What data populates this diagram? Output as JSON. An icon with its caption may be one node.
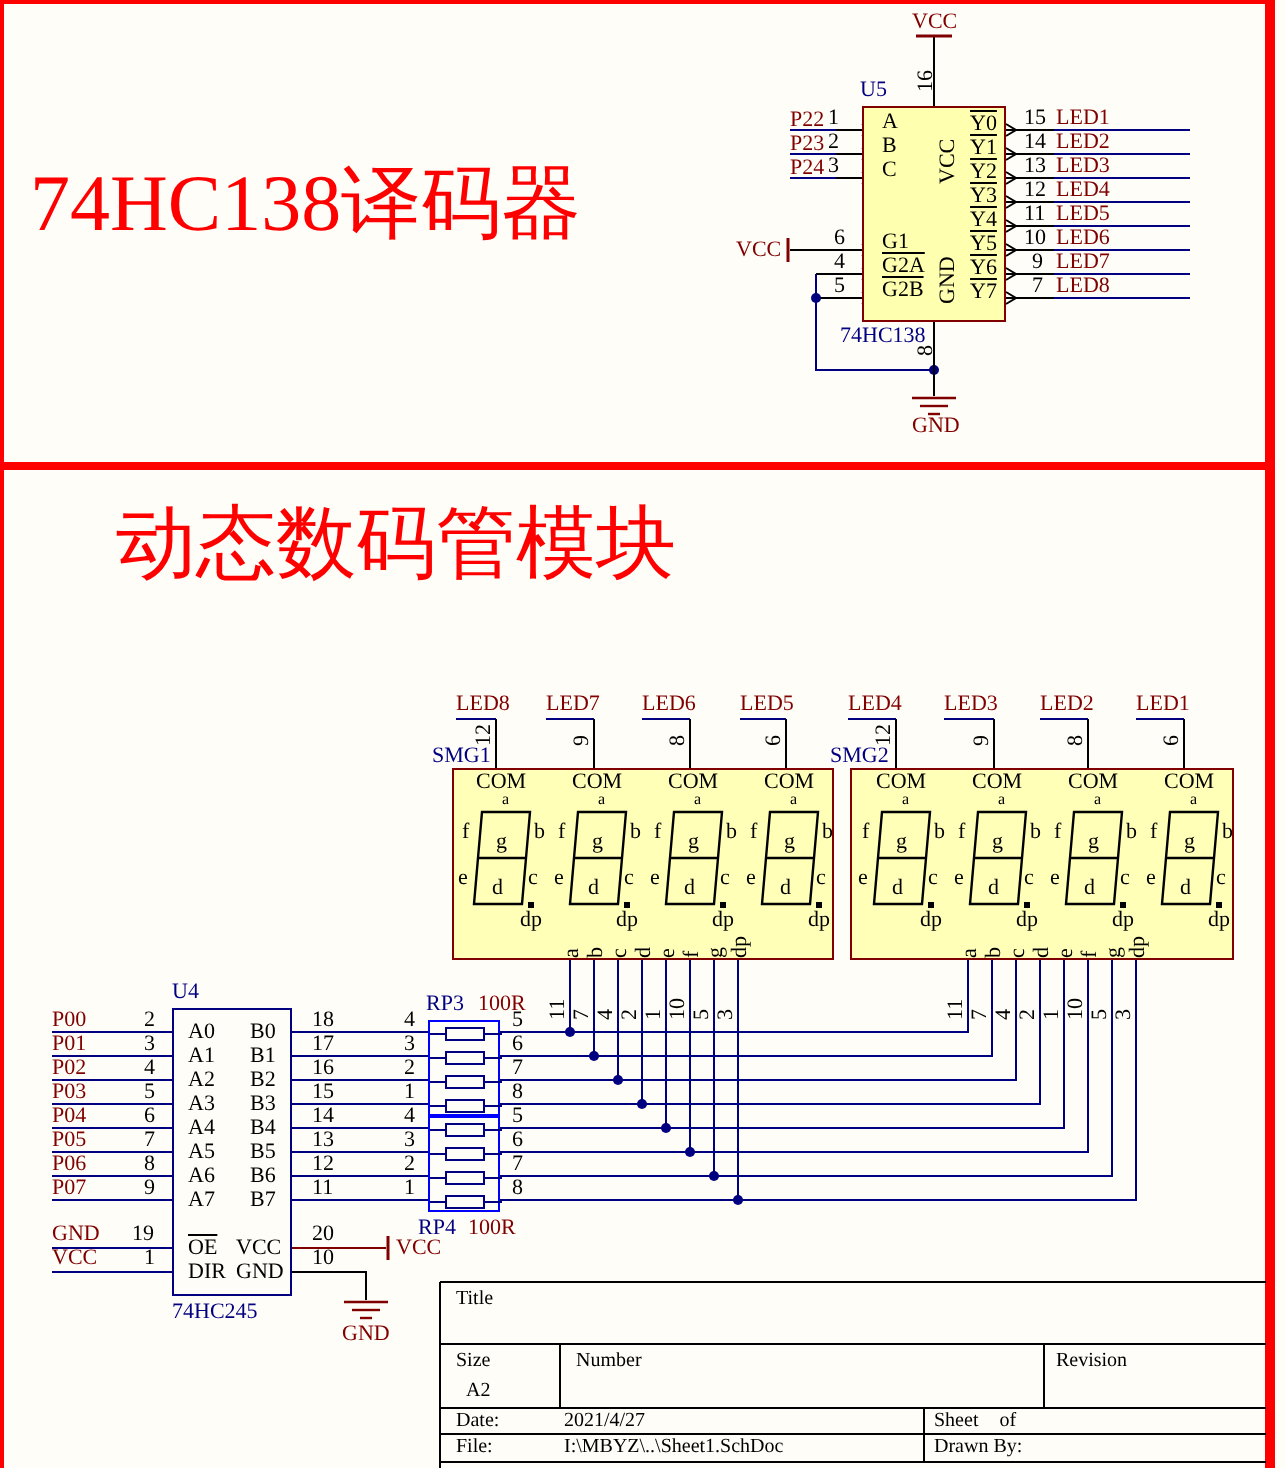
{
  "diagram": {
    "nodes": [
      {
        "text": [
          "A",
          "B",
          "C",
          "G1",
          "G2A",
          "G2B",
          "VCC",
          "GND",
          "Y0",
          "Y1",
          "Y2",
          "Y3",
          "Y4",
          "Y5",
          "Y6",
          "Y7"
        ],
        "beside": [
          "U5",
          "74HC138"
        ]
      },
      {
        "text": [
          "a",
          "b",
          "c",
          "d",
          "e",
          "f",
          "g",
          "dp"
        ],
        "beside": [
          "SMG1"
        ]
      },
      {
        "text": [
          "COM",
          "a",
          "f",
          "g",
          "b",
          "e",
          "d",
          "c",
          "dp"
        ],
        "in": 1
      },
      {
        "text": [
          "COM",
          "a",
          "f",
          "g",
          "b",
          "e",
          "d",
          "c",
          "dp"
        ],
        "in": 1
      },
      {
        "text": [
          "COM",
          "a",
          "f",
          "g",
          "b",
          "e",
          "d",
          "c",
          "dp"
        ],
        "in": 1
      },
      {
        "text": [
          "COM",
          "a",
          "f",
          "g",
          "b",
          "e",
          "d",
          "c",
          "dp"
        ],
        "in": 1
      },
      {
        "text": [
          "a",
          "b",
          "c",
          "d",
          "e",
          "f",
          "g",
          "dp"
        ],
        "beside": [
          "SMG2"
        ]
      },
      {
        "text": [
          "COM",
          "a",
          "f",
          "g",
          "b",
          "e",
          "d",
          "c",
          "dp"
        ],
        "in": 6
      },
      {
        "text": [
          "COM",
          "a",
          "f",
          "g",
          "b",
          "e",
          "d",
          "c",
          "dp"
        ],
        "in": 6
      },
      {
        "text": [
          "COM",
          "a",
          "f",
          "g",
          "b",
          "e",
          "d",
          "c",
          "dp"
        ],
        "in": 6
      },
      {
        "text": [
          "COM",
          "a",
          "f",
          "g",
          "b",
          "e",
          "d",
          "c",
          "dp"
        ],
        "in": 6
      },
      {
        "text": [
          "A0",
          "B0",
          "A1",
          "B1",
          "A2",
          "B2",
          "A3",
          "B3",
          "A4",
          "B4",
          "A5",
          "B5",
          "A6",
          "B6",
          "A7",
          "B7",
          "OE",
          "VCC",
          "DIR",
          "GND"
        ],
        "beside": [
          "U4",
          "74HC245"
        ]
      },
      {
        "text": [],
        "shape": "box",
        "beside": [
          "RP3",
          "100R"
        ]
      },
      {
        "text": [],
        "shape": "box",
        "beside": [
          "RP4",
          "100R"
        ]
      }
    ],
    "edges": [
      {
        "from": 11,
        "to": 12,
        "arrow": "none"
      },
      {
        "from": 11,
        "to": 12,
        "arrow": "none"
      },
      {
        "from": 11,
        "to": 12,
        "arrow": "none"
      },
      {
        "from": 11,
        "to": 12,
        "arrow": "none"
      },
      {
        "from": 11,
        "to": 13,
        "arrow": "none"
      },
      {
        "from": 11,
        "to": 13,
        "arrow": "none"
      },
      {
        "from": 11,
        "to": 13,
        "arrow": "none"
      },
      {
        "from": 11,
        "to": 13,
        "arrow": "none"
      },
      {
        "from": 12,
        "to": 1,
        "arrow": "none"
      },
      {
        "from": 12,
        "to": 6,
        "arrow": "none"
      },
      {
        "from": 12,
        "to": 1,
        "arrow": "none"
      },
      {
        "from": 12,
        "to": 6,
        "arrow": "none"
      },
      {
        "from": 12,
        "to": 1,
        "arrow": "none"
      },
      {
        "from": 12,
        "to": 6,
        "arrow": "none"
      },
      {
        "from": 12,
        "to": 1,
        "arrow": "none"
      },
      {
        "from": 12,
        "to": 6,
        "arrow": "none"
      },
      {
        "from": 13,
        "to": 1,
        "arrow": "none"
      },
      {
        "from": 13,
        "to": 6,
        "arrow": "none"
      },
      {
        "from": 13,
        "to": 1,
        "arrow": "none"
      },
      {
        "from": 13,
        "to": 6,
        "arrow": "none"
      },
      {
        "from": 13,
        "to": 1,
        "arrow": "none"
      },
      {
        "from": 13,
        "to": 6,
        "arrow": "none"
      },
      {
        "from": 13,
        "to": 1,
        "arrow": "none"
      },
      {
        "from": 13,
        "to": 6,
        "arrow": "none"
      }
    ],
    "labels": [
      "74HC138译码器",
      "VCC",
      "16",
      "P22",
      "1",
      "P23",
      "2",
      "P24",
      "3",
      "15",
      "LED1",
      "14",
      "LED2",
      "13",
      "LED3",
      "12",
      "LED4",
      "11",
      "LED5",
      "10",
      "LED6",
      "9",
      "LED7",
      "7",
      "LED8",
      "VCC",
      "6",
      "4",
      "5",
      "8",
      "GND",
      "动态数码管模块",
      "LED8",
      "12",
      "LED7",
      "9",
      "LED6",
      "8",
      "LED5",
      "6",
      "LED4",
      "12",
      "LED3",
      "9",
      "LED2",
      "8",
      "LED1",
      "6",
      "11",
      "7",
      "4",
      "2",
      "1",
      "10",
      "5",
      "3",
      "11",
      "7",
      "4",
      "2",
      "1",
      "10",
      "5",
      "3",
      "P00",
      "2",
      "18",
      "4",
      "5",
      "P01",
      "3",
      "17",
      "3",
      "6",
      "P02",
      "4",
      "16",
      "2",
      "7",
      "P03",
      "5",
      "15",
      "1",
      "8",
      "P04",
      "6",
      "14",
      "4",
      "5",
      "P05",
      "7",
      "13",
      "3",
      "6",
      "P06",
      "8",
      "12",
      "2",
      "7",
      "P07",
      "9",
      "11",
      "1",
      "8",
      "GND",
      "19",
      "20",
      "VCC",
      "VCC",
      "1",
      "10",
      "GND",
      "Title",
      "Size",
      "Number",
      "Revision",
      "A2",
      "Date:",
      "2021/4/27",
      "Sheet of",
      "File:",
      "I:\\MBYZ\\..\\Sheet1.SchDoc",
      "Drawn By:"
    ]
  }
}
